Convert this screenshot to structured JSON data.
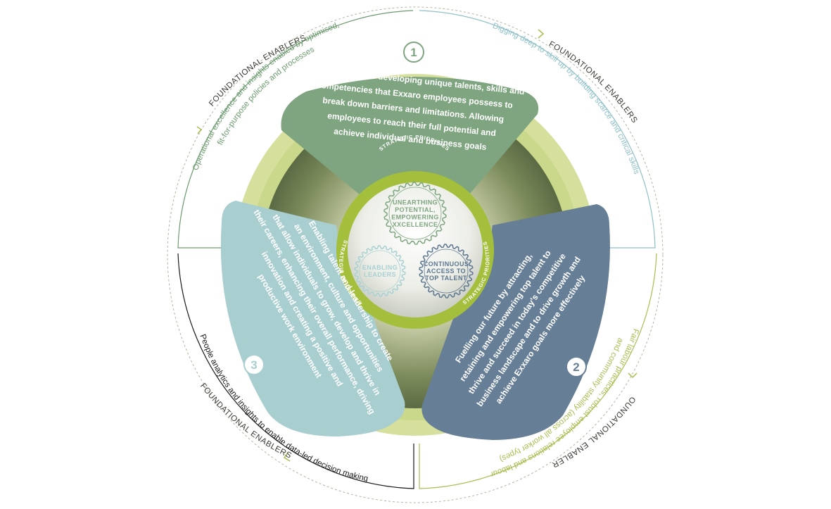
{
  "diagram": {
    "center": {
      "ring_label": "STRATEGIC PRIORITIES",
      "gears": [
        {
          "label": "UNEARTHING POTENTIAL, EMPOWERING XXCELLENCE",
          "lines": [
            "UNEARTHING",
            "POTENTIAL,",
            "EMPOWERING",
            "XXCELLENCE"
          ],
          "color": "#7ea57f"
        },
        {
          "label": "ENABLING LEADERS",
          "lines": [
            "ENABLING",
            "LEADERS"
          ],
          "color": "#a9d0d3"
        },
        {
          "label": "CONTINUOUS ACCESS TO TOP TALENT",
          "lines": [
            "CONTINUOUS",
            "ACCESS TO",
            "TOP TALENT"
          ],
          "color": "#5d7690"
        }
      ]
    },
    "priorities": [
      {
        "number": "1",
        "color": "#7ea580",
        "lines": [
          "Recognising and developing unique talents, skills and",
          "competencies that Exxaro employees possess to",
          "break down barriers and limitations. Allowing",
          "employees to reach their full potential and",
          "achieve individual and business goals"
        ]
      },
      {
        "number": "2",
        "color": "#667e96",
        "lines": [
          "Fuelling our future by attracting,",
          "retaining and empowering top talent to",
          "thrive and succeed in today's competitive",
          "business landscape and to drive growth and",
          "achieve Exxaro goals more effectively"
        ]
      },
      {
        "number": "3",
        "color": "#a9ced0",
        "lines": [
          "Enabling talent and leadership to create",
          "an environment, culture and opportunities",
          "that allow individuals to grow, develop and thrive in",
          "their careers, enhancing their overall performance, driving",
          "innovation and creating a positive and",
          "productive work environment"
        ]
      }
    ],
    "foundational_enablers": [
      {
        "title": "FOUNDATIONAL ENABLERS",
        "lines": [
          "Operational excellence and insights enabled by optimised,",
          "fit-for-purpose policies and processes"
        ],
        "color": "#6b9a6e"
      },
      {
        "title": "FOUNDATIONAL ENABLERS",
        "lines": [
          "Digging deep to skill up by building scarce and critical skills"
        ],
        "color": "#8fc0c8"
      },
      {
        "title": "FOUNDATIONAL ENABLERS",
        "lines": [
          "Fair labour practices, robust employee relations and labour",
          "and community stability (across all worker types)"
        ],
        "color": "#a7be4f"
      },
      {
        "title": "FOUNDATIONAL ENABLERS",
        "lines": [
          "People analytics and insights to enable data-led decision making"
        ],
        "color": "#1a1a1a"
      }
    ]
  }
}
